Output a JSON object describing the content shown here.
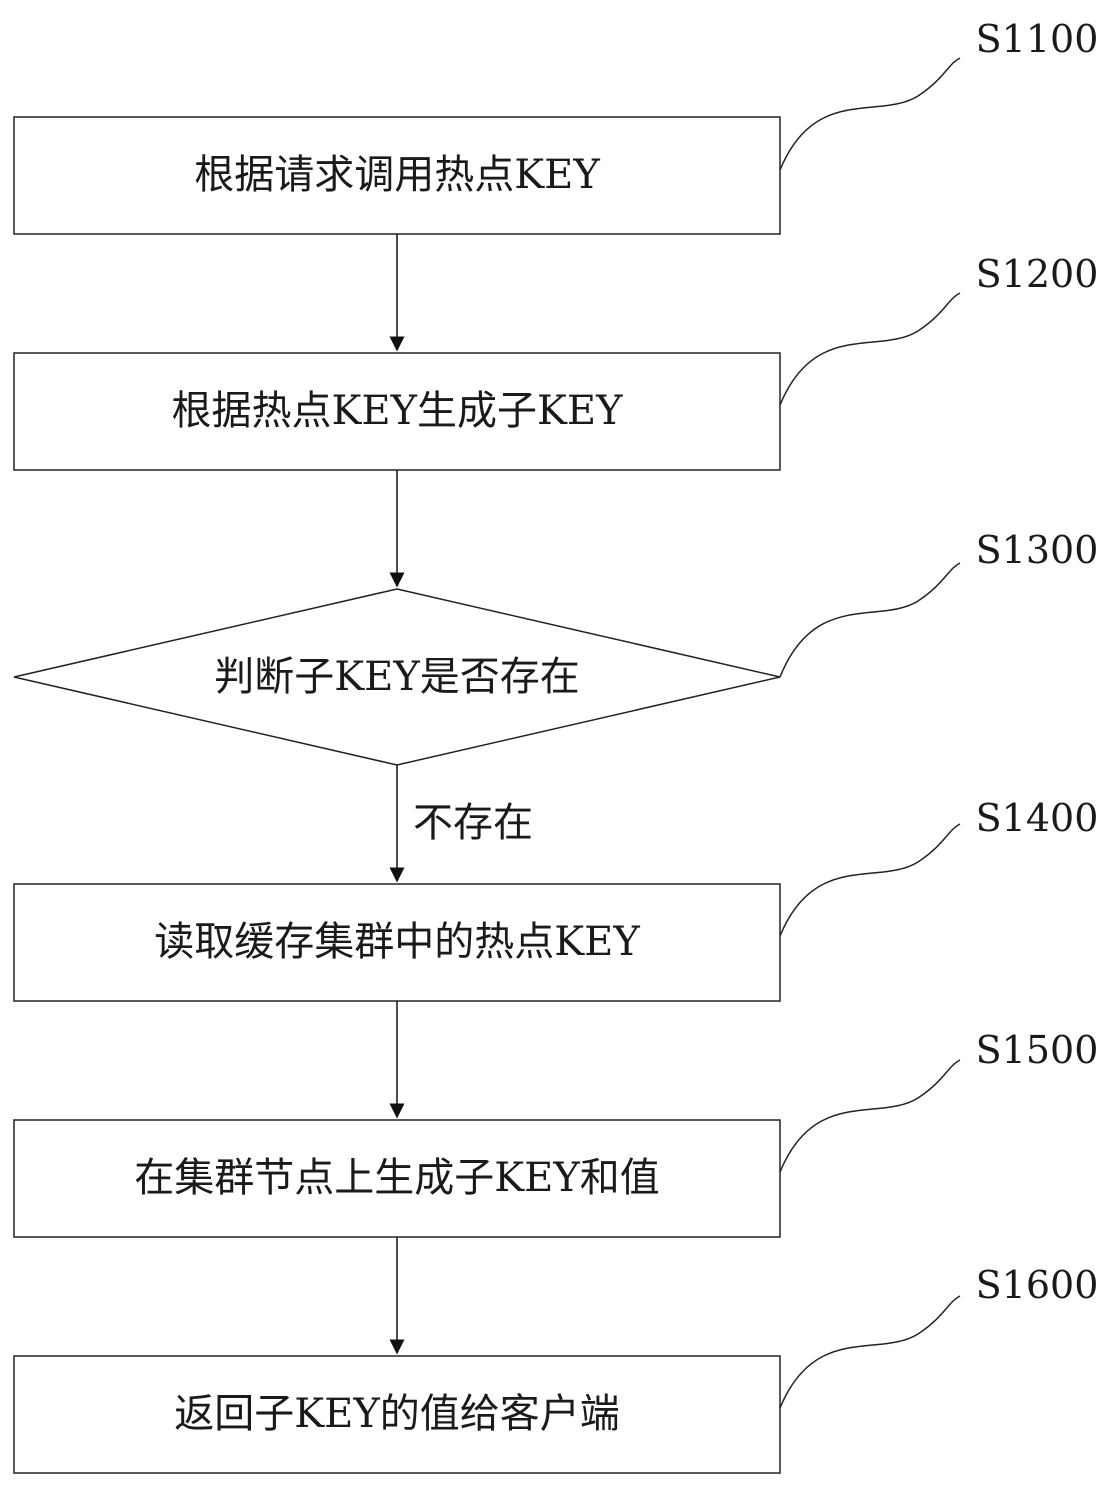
{
  "steps": [
    {
      "id": "S1100",
      "label": "根据请求调用热点KEY"
    },
    {
      "id": "S1200",
      "label": "根据热点KEY生成子KEY"
    },
    {
      "id": "S1300",
      "label": "判断子KEY是否存在"
    },
    {
      "id": "S1400",
      "label": "读取缓存集群中的热点KEY"
    },
    {
      "id": "S1500",
      "label": "在集群节点上生成子KEY和值"
    },
    {
      "id": "S1600",
      "label": "返回子KEY的值给客户端"
    }
  ],
  "edge_label": "不存在"
}
